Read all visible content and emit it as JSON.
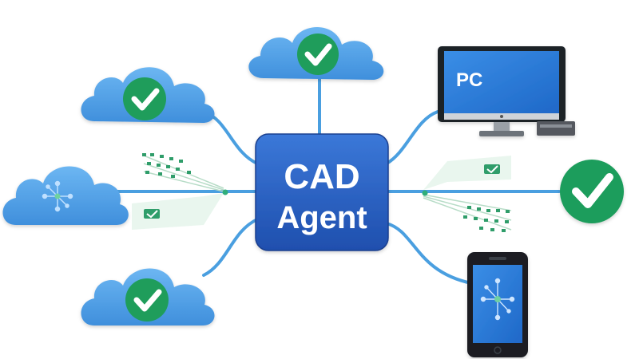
{
  "hub": {
    "line1": "CAD",
    "line2": "Agent"
  },
  "nodes": [
    {
      "kind": "cloud",
      "icon": "check-icon",
      "status": "connected"
    },
    {
      "kind": "cloud",
      "icon": "check-icon",
      "status": "connected"
    },
    {
      "kind": "cloud",
      "icon": "network-icon",
      "status": "idle"
    },
    {
      "kind": "cloud",
      "icon": "check-icon",
      "status": "connected"
    },
    {
      "kind": "pc",
      "label": "PC"
    },
    {
      "kind": "status",
      "icon": "check-icon",
      "status": "connected"
    },
    {
      "kind": "phone",
      "icon": "network-icon"
    }
  ],
  "colors": {
    "hub": "#2e63c4",
    "hub_dark": "#1e4aa0",
    "cloud": "#4a9de6",
    "cloud_light": "#6cb6f2",
    "line": "#4a9fe0",
    "check": "#1f9d5b",
    "screen": "#2f7fdc"
  }
}
